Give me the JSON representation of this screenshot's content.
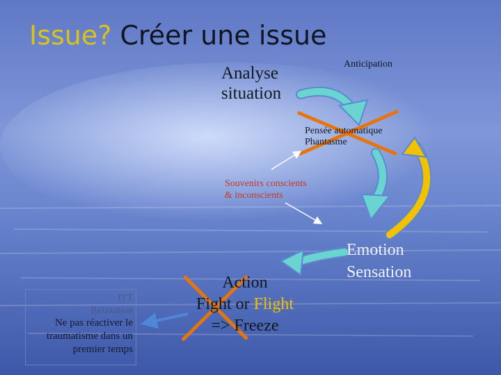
{
  "title": {
    "question": "Issue?",
    "main": "Créer une issue"
  },
  "nodes": {
    "analyse": "Analyse situation",
    "anticipation": "Anticipation",
    "pensee_line1": "Pensée automatique",
    "pensee_line2": "Phantasme",
    "souvenirs_line1": "Souvenirs conscients",
    "souvenirs_line2": "& inconscients",
    "emotion_line1": "Emotion",
    "emotion_line2": "Sensation",
    "action_line1": "Action",
    "action_fight": "Fight",
    "action_or": "or",
    "action_flight": "Flight",
    "action_freeze": "=> Freeze"
  },
  "box": {
    "line1": "ITT",
    "line2": "Relaxation",
    "line3": "Ne pas réactiver le traumatisme dans un premier temps"
  },
  "colors": {
    "title_question": "#d9c21a",
    "cyan_arrows": "#6ad4d0",
    "cross_orange": "#e8740c",
    "yellow_arrow": "#f2c200",
    "box_arrow": "#4f86d8",
    "souvenirs_text": "#c0392b"
  }
}
